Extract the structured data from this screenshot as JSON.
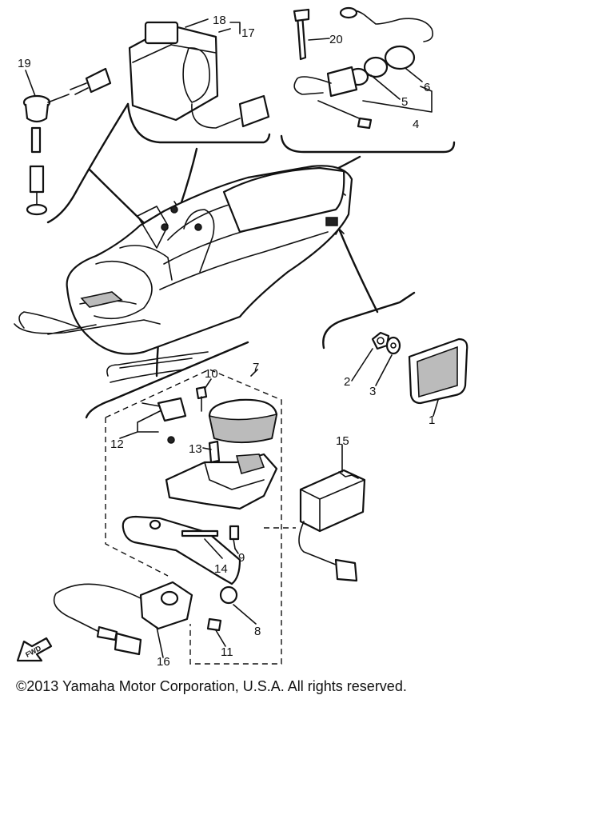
{
  "callouts": [
    {
      "id": "1",
      "text": "1"
    },
    {
      "id": "2",
      "text": "2"
    },
    {
      "id": "3",
      "text": "3"
    },
    {
      "id": "4",
      "text": "4"
    },
    {
      "id": "5",
      "text": "5"
    },
    {
      "id": "6",
      "text": "6"
    },
    {
      "id": "7",
      "text": "7"
    },
    {
      "id": "8",
      "text": "8"
    },
    {
      "id": "9",
      "text": "9"
    },
    {
      "id": "10",
      "text": "10"
    },
    {
      "id": "11",
      "text": "11"
    },
    {
      "id": "12",
      "text": "12"
    },
    {
      "id": "13",
      "text": "13"
    },
    {
      "id": "14",
      "text": "14"
    },
    {
      "id": "15",
      "text": "15"
    },
    {
      "id": "16",
      "text": "16"
    },
    {
      "id": "17",
      "text": "17"
    },
    {
      "id": "18",
      "text": "18"
    },
    {
      "id": "19",
      "text": "19"
    },
    {
      "id": "20",
      "text": "20"
    }
  ],
  "fwd_label": "FWD",
  "copyright": "©2013 Yamaha Motor Corporation, U.S.A. All rights reserved."
}
